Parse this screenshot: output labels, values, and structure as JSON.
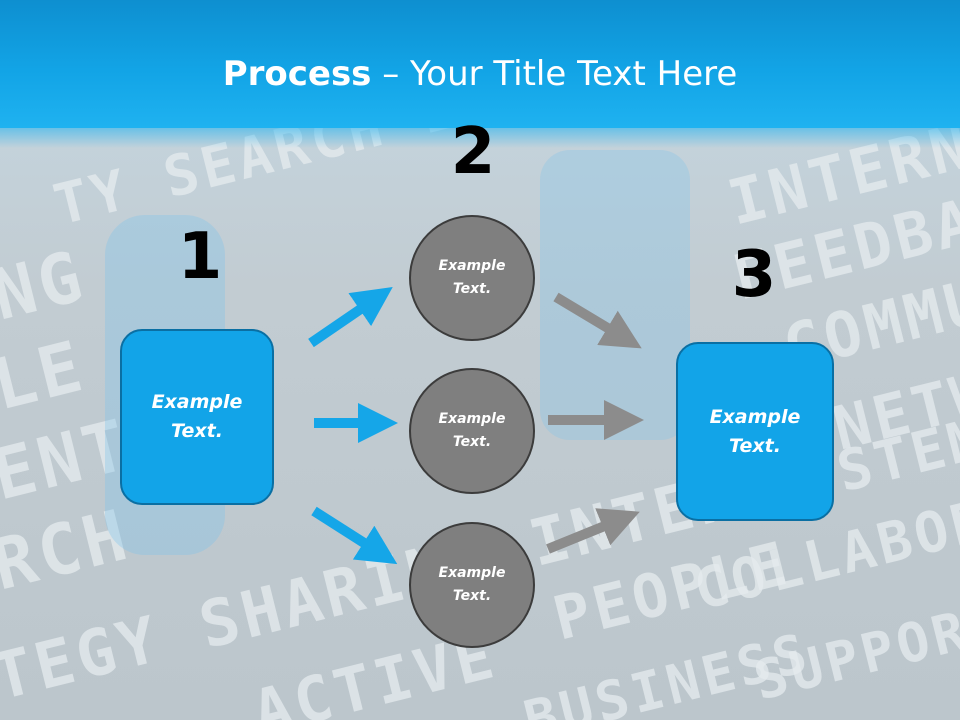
{
  "title": {
    "bold": "Process",
    "rest": " – Your Title Text Here"
  },
  "background_words": [
    "TY SEARCH EN",
    "INTERNE",
    "NG",
    "FEEDBA",
    "LE",
    "COMMU",
    "ENT",
    "NETWO",
    "RCH",
    "SYSTEM I",
    "TEGY SHARING INTERN",
    "PEOPLE",
    "COLLABOR",
    "ACTIVE",
    "SUPPORT",
    "BUSINESS"
  ],
  "steps": {
    "one": {
      "number": "1",
      "text": "Example Text."
    },
    "two": {
      "number": "2"
    },
    "three": {
      "number": "3",
      "text": "Example Text."
    }
  },
  "circles": [
    {
      "text": "Example Text."
    },
    {
      "text": "Example Text."
    },
    {
      "text": "Example Text."
    }
  ],
  "colors": {
    "header_blue": "#12a4e6",
    "box_blue": "#12a4e8",
    "box_border": "#0a6fa3",
    "circle_gray": "#7f7f7f",
    "arrow_blue": "#15a6e8",
    "arrow_gray": "#8c8c8c"
  }
}
